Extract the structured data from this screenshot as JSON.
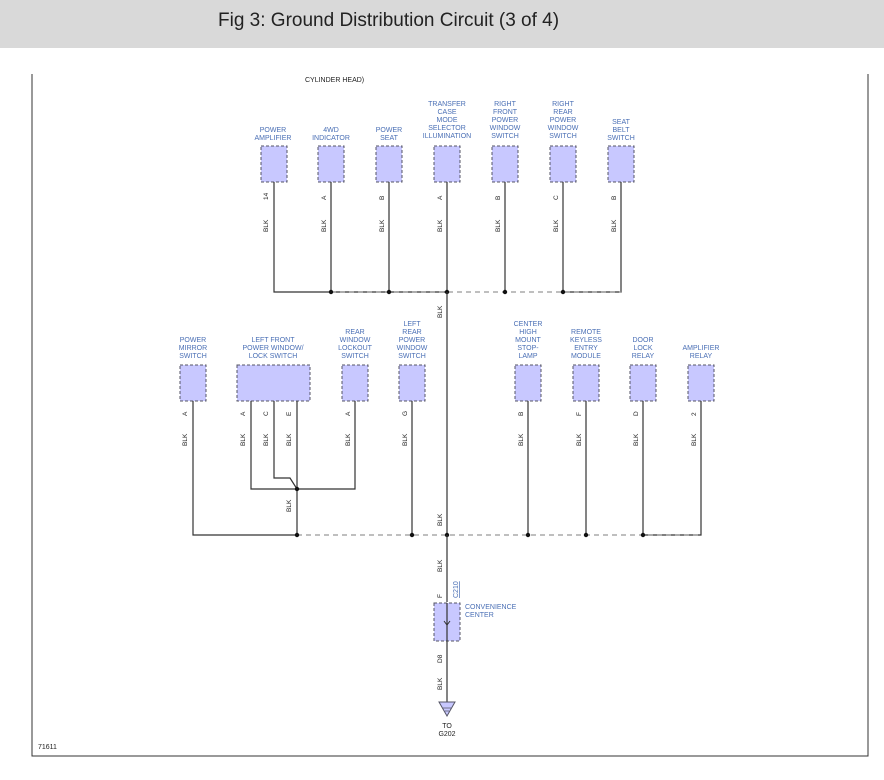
{
  "header": {
    "title": "Fig 3: Ground Distribution Circuit (3 of 4)"
  },
  "top_note": "CYLINDER HEAD)",
  "figure_number": "71611",
  "top_row": [
    {
      "label": [
        "POWER",
        "AMPLIFIER"
      ],
      "pin": "14",
      "wire": "BLK"
    },
    {
      "label": [
        "4WD",
        "INDICATOR"
      ],
      "pin": "A",
      "wire": "BLK"
    },
    {
      "label": [
        "POWER",
        "SEAT"
      ],
      "pin": "B",
      "wire": "BLK"
    },
    {
      "label": [
        "TRANSFER",
        "CASE",
        "MODE",
        "SELECTOR",
        "ILLUMINATION"
      ],
      "pin": "A",
      "wire": "BLK"
    },
    {
      "label": [
        "RIGHT",
        "FRONT",
        "POWER",
        "WINDOW",
        "SWITCH"
      ],
      "pin": "B",
      "wire": "BLK"
    },
    {
      "label": [
        "RIGHT",
        "REAR",
        "POWER",
        "WINDOW",
        "SWITCH"
      ],
      "pin": "C",
      "wire": "BLK"
    },
    {
      "label": [
        "SEAT",
        "BELT",
        "SWITCH"
      ],
      "pin": "B",
      "wire": "BLK"
    }
  ],
  "middle_row": [
    {
      "label": [
        "POWER",
        "MIRROR",
        "SWITCH"
      ],
      "pins": [
        {
          "pin": "A",
          "wire": "BLK"
        }
      ]
    },
    {
      "label": [
        "LEFT FRONT",
        "POWER WINDOW/",
        "LOCK SWITCH"
      ],
      "pins": [
        {
          "pin": "A",
          "wire": "BLK"
        },
        {
          "pin": "C",
          "wire": "BLK"
        },
        {
          "pin": "E",
          "wire": "BLK"
        }
      ]
    },
    {
      "label": [
        "REAR",
        "WINDOW",
        "LOCKOUT",
        "SWITCH"
      ],
      "pins": [
        {
          "pin": "A",
          "wire": "BLK"
        }
      ]
    },
    {
      "label": [
        "LEFT",
        "REAR",
        "POWER",
        "WINDOW",
        "SWITCH"
      ],
      "pins": [
        {
          "pin": "G",
          "wire": "BLK"
        }
      ]
    },
    {
      "label": [
        "CENTER",
        "HIGH",
        "MOUNT",
        "STOP-",
        "LAMP"
      ],
      "pins": [
        {
          "pin": "B",
          "wire": "BLK"
        }
      ]
    },
    {
      "label": [
        "REMOTE",
        "KEYLESS",
        "ENTRY",
        "MODULE"
      ],
      "pins": [
        {
          "pin": "F",
          "wire": "BLK"
        }
      ]
    },
    {
      "label": [
        "DOOR",
        "LOCK",
        "RELAY"
      ],
      "pins": [
        {
          "pin": "D",
          "wire": "BLK"
        }
      ]
    },
    {
      "label": [
        "AMPLIFIER",
        "RELAY"
      ],
      "pins": [
        {
          "pin": "2",
          "wire": "BLK"
        }
      ]
    }
  ],
  "lfpw_splice_wire": "BLK",
  "trunk": {
    "upper_wire": "BLK",
    "lower_wire": "BLK",
    "below_wire": "BLK"
  },
  "convenience_center": {
    "label": [
      "CONVENIENCE",
      "CENTER"
    ],
    "connector": "C210",
    "pin_in": "F",
    "pin_out": "D8",
    "wire_out": "BLK"
  },
  "ground": {
    "label": [
      "TO",
      "G202"
    ]
  },
  "colors": {
    "component_fill": "#c8c8ff",
    "label_blue": "#4a6fb5",
    "header_bg": "#d9d9d9"
  }
}
